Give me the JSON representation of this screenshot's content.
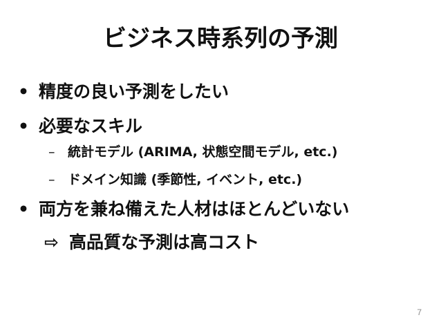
{
  "slide": {
    "title": "ビジネス時系列の予測",
    "items": [
      {
        "bullet": "•",
        "text": "精度の良い予測をしたい"
      },
      {
        "bullet": "•",
        "text": "必要なスキル",
        "subitems": [
          {
            "dash": "–",
            "text": "統計モデル (ARIMA, 状態空間モデル, etc.)"
          },
          {
            "dash": "–",
            "text": "ドメイン知識 (季節性, イベント, etc.)"
          }
        ]
      },
      {
        "bullet": "•",
        "text": "両方を兼ね備えた人材はほとんどいない"
      }
    ],
    "conclusion": {
      "arrow": "⇨",
      "text": "高品質な予測は高コスト"
    },
    "page_number": "7"
  }
}
